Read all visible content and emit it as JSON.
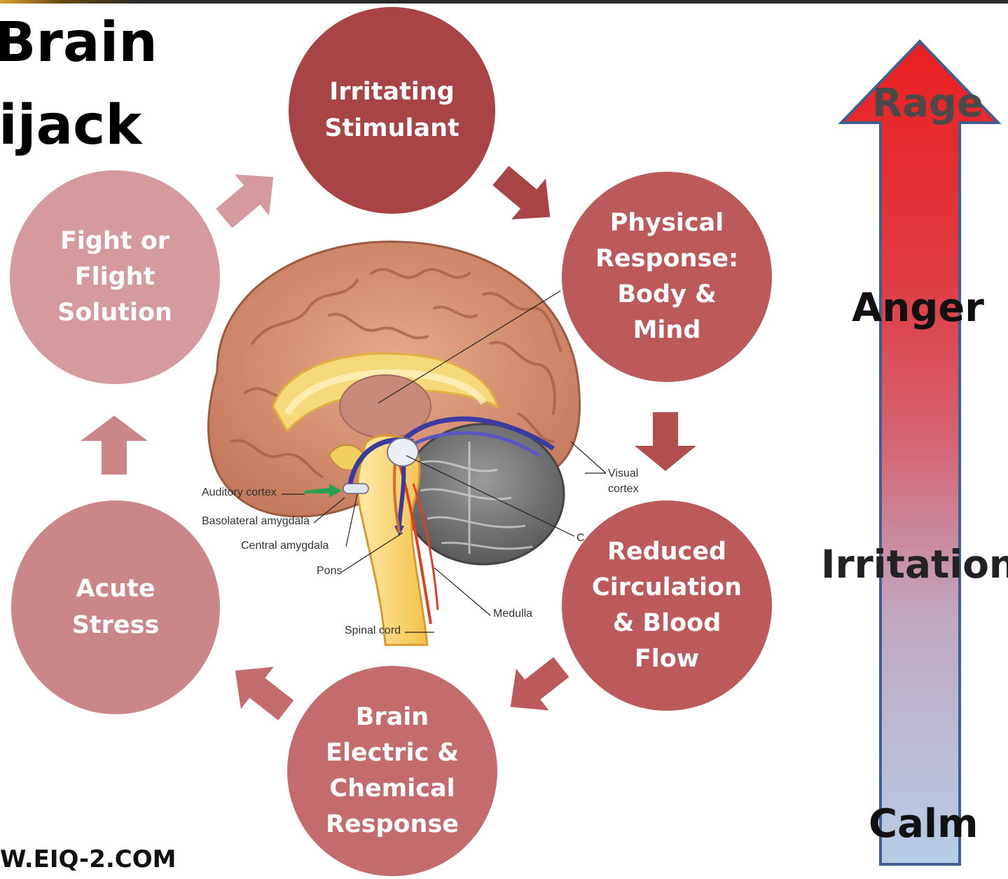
{
  "title": {
    "line1": "Brain",
    "line2": "ijack"
  },
  "cycle": [
    {
      "label": "Irritating\nStimulant"
    },
    {
      "label": "Physical\nResponse:\nBody &\nMind"
    },
    {
      "label": "Reduced\nCirculation\n& Blood\nFlow"
    },
    {
      "label": "Brain\nElectric &\nChemical\nResponse"
    },
    {
      "label": "Acute\nStress"
    },
    {
      "label": "Fight or\nFlight\nSolution"
    }
  ],
  "brain_labels": {
    "auditory_cortex": "Auditory cortex",
    "basolateral_amygdala": "Basolateral amygdala",
    "central_amygdala": "Central amygdala",
    "pons": "Pons",
    "spinal_cord": "Spinal cord",
    "medulla": "Medulla",
    "visual_cortex_1": "Visual",
    "visual_cortex_2": "cortex",
    "c_label": "C"
  },
  "scale": {
    "top": "Rage",
    "upper": "Anger",
    "middle": "Irritation",
    "bottom": "Calm"
  },
  "footer": "W.EIQ-2.COM",
  "colors": {
    "dark": "#a84446",
    "mid": "#bb595b",
    "light": "#cb8689",
    "lighter": "#d59a9d",
    "arrow_top": "#e8282b",
    "arrow_bottom": "#b8cde6"
  }
}
